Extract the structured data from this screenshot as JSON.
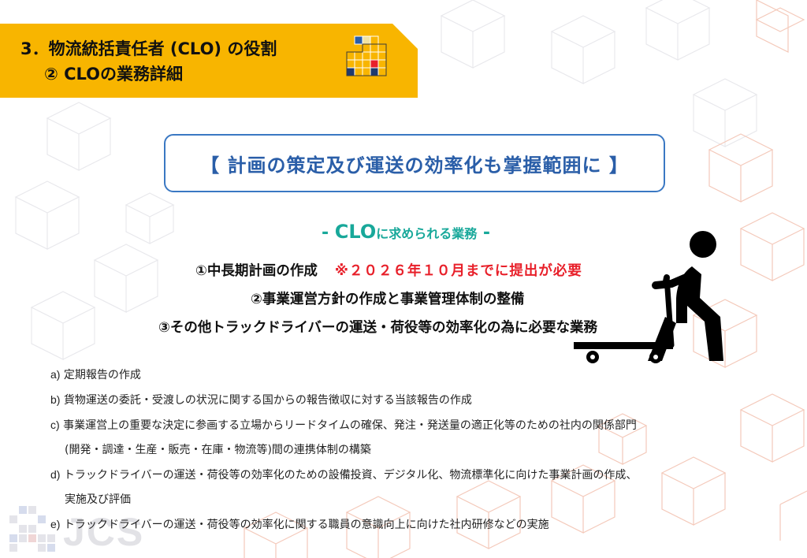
{
  "header": {
    "line1": "3．物流統括責任者 (CLO) の役割",
    "line2": "② CLOの業務詳細"
  },
  "banner": {
    "text": "【 計画の策定及び運送の効率化も掌握範囲に 】"
  },
  "section": {
    "dash_left": "- ",
    "title_main": "CLO",
    "title_sub": "に求められる業務",
    "dash_right": " -"
  },
  "tasks": [
    {
      "text": "①中長期計画の作成",
      "note": "※２０２６年１０月までに提出が必要"
    },
    {
      "text": "②事業運営方針の作成と事業管理体制の整備"
    },
    {
      "text": "③その他トラックドライバーの運送・荷役等の効率化の為に必要な業務"
    }
  ],
  "details": [
    {
      "letter": "a)",
      "text": "定期報告の作成"
    },
    {
      "letter": "b)",
      "text": "貨物運送の委託・受渡しの状況に関する国からの報告徴収に対する当該報告の作成"
    },
    {
      "letter": "c)",
      "text": "事業運営上の重要な決定に参画する立場からリードタイムの確保、発注・発送量の適正化等のための社内の関係部門",
      "cont": "(開発・調達・生産・販売・在庫・物流等)間の連携体制の構築"
    },
    {
      "letter": "d)",
      "text": "トラックドライバーの運送・荷役等の効率化のための設備投資、デジタル化、物流標準化に向けた事業計画の作成、",
      "cont": "実施及び評価"
    },
    {
      "letter": "e)",
      "text": "トラックドライバーの運送・荷役等の効率化に関する職員の意識向上に向けた社内研修などの実施"
    }
  ],
  "footer": {
    "logo_text": "JCS"
  },
  "colors": {
    "header_band": "#f8b500",
    "banner_border": "#3a78c3",
    "banner_text": "#2a5ea8",
    "section_teal": "#18a89a",
    "warning_red": "#e8202a"
  },
  "icons": {
    "header_logo": "colored-grid-logo-icon",
    "figure": "person-pushing-cart-icon",
    "corner_logo": "jcs-pixel-logo-icon"
  }
}
